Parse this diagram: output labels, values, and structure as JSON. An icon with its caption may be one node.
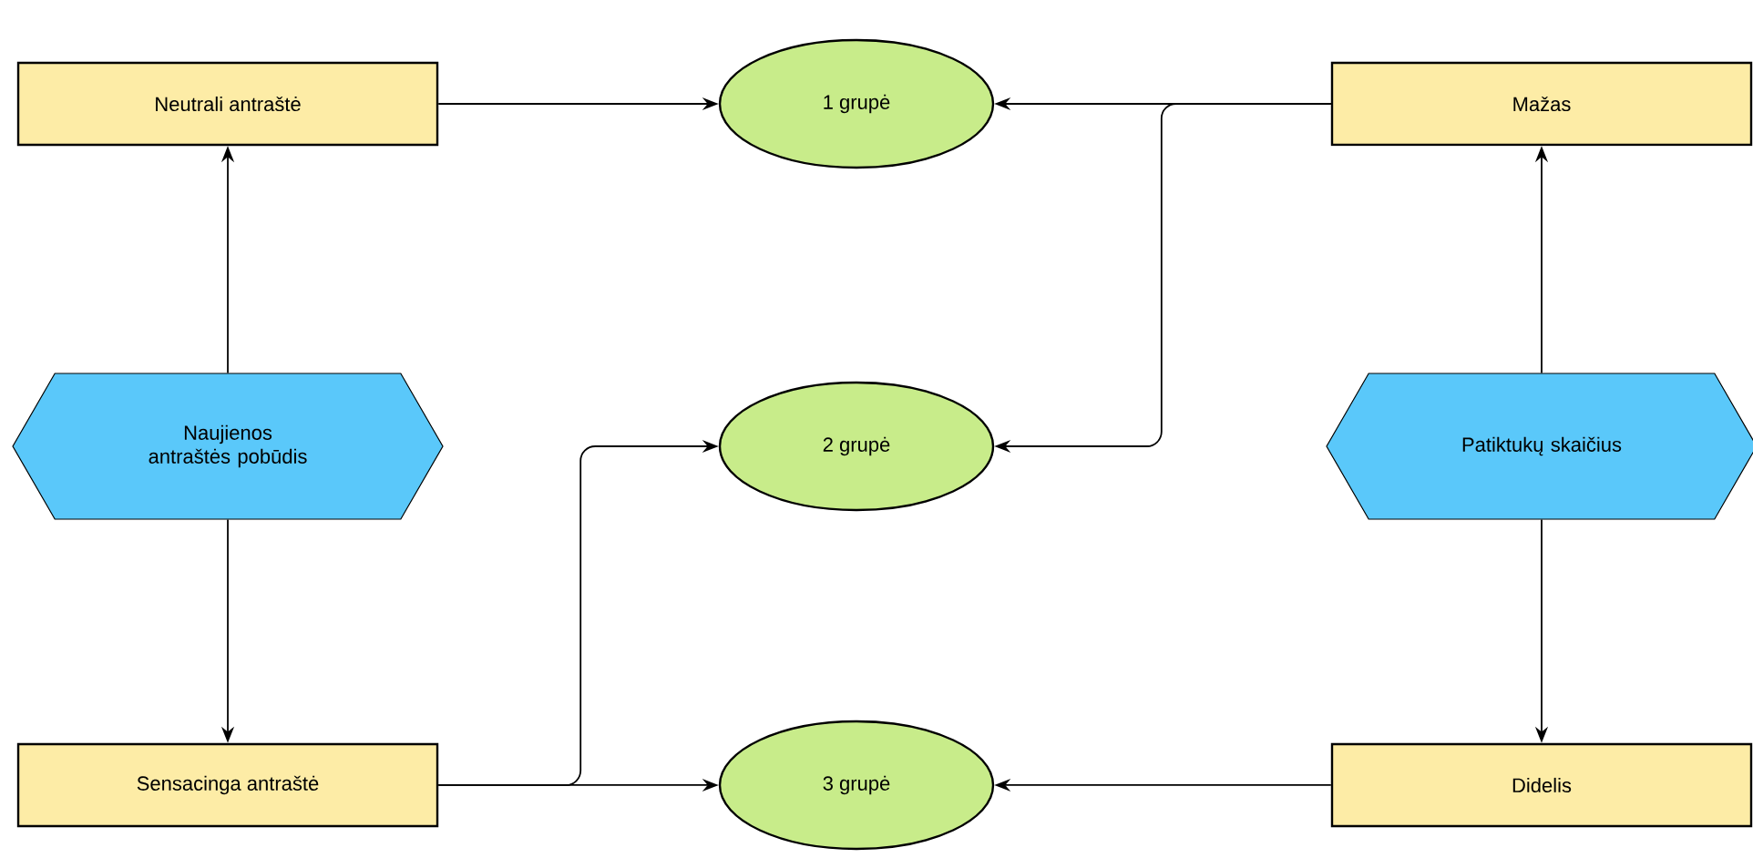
{
  "diagram": {
    "nodes": [
      {
        "text": [
          "Neutrali antraštė"
        ]
      },
      {
        "text": [
          "1 grupė"
        ]
      },
      {
        "text": [
          "Mažas"
        ]
      },
      {
        "text": [
          "Naujienos antraštės pobūdis"
        ]
      },
      {
        "text": [
          "2 grupė"
        ]
      },
      {
        "text": [
          "Patiktukų skaičius"
        ]
      },
      {
        "text": [
          "Sensacinga antraštė"
        ]
      },
      {
        "text": [
          "3 grupė"
        ]
      },
      {
        "text": [
          "Didelis"
        ]
      }
    ],
    "edges": [
      {
        "from": 0,
        "to": 1,
        "arrow": "to"
      },
      {
        "from": 2,
        "to": 1,
        "arrow": "to"
      },
      {
        "from": 2,
        "to": 4,
        "arrow": "to"
      },
      {
        "from": 3,
        "to": 0,
        "arrow": "to"
      },
      {
        "from": 3,
        "to": 6,
        "arrow": "to"
      },
      {
        "from": 5,
        "to": 2,
        "arrow": "to"
      },
      {
        "from": 5,
        "to": 8,
        "arrow": "to"
      },
      {
        "from": 6,
        "to": 7,
        "arrow": "to"
      },
      {
        "from": 6,
        "to": 4,
        "arrow": "to"
      },
      {
        "from": 8,
        "to": 7,
        "arrow": "to"
      }
    ]
  }
}
